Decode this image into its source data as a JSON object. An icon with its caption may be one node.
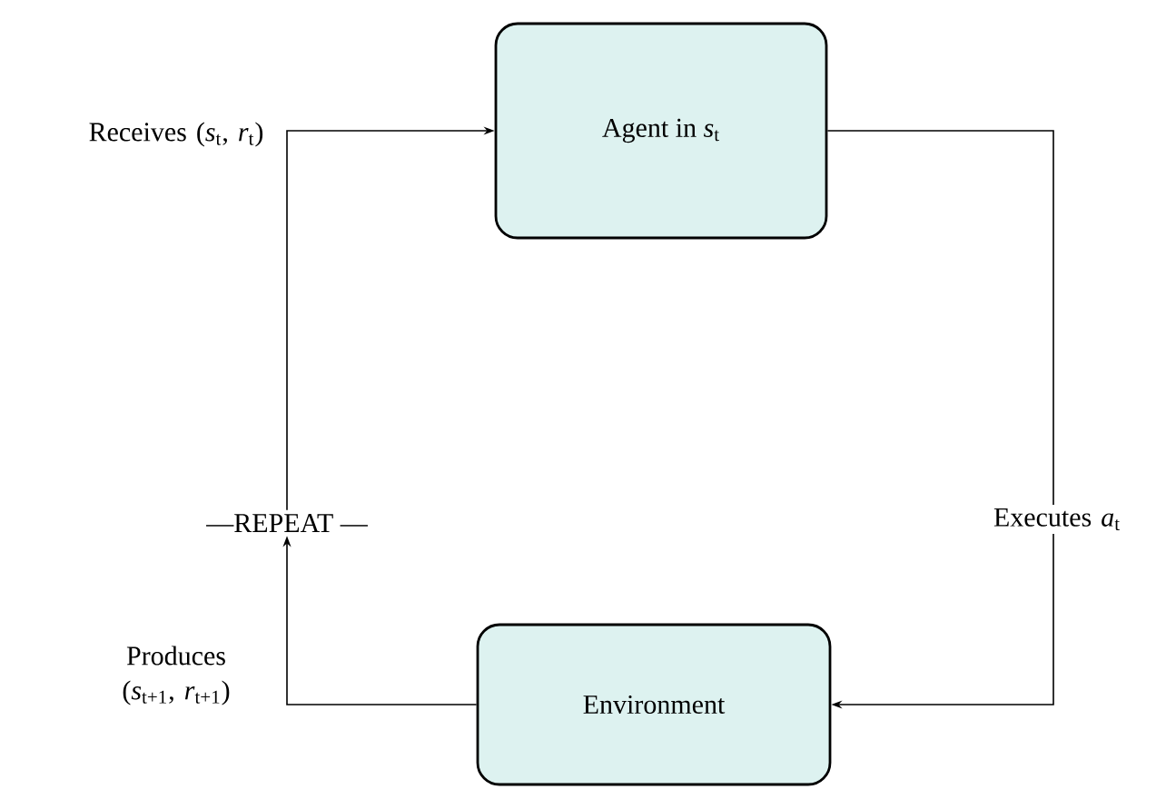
{
  "diagram": {
    "nodes": [
      {
        "text": [
          "Agent in *s*$_{t}$"
        ]
      },
      {
        "text": [
          "Environment"
        ]
      },
      {
        "text": [
          "—REPEAT —"
        ]
      }
    ],
    "edges": [
      {
        "from": 0,
        "to": 1,
        "arrow": "to",
        "label": "Executes *a*$_{t}$"
      },
      {
        "from": 1,
        "to": 2,
        "arrow": "to",
        "label": "Produces (*s*$_{t+1}$, *r*$_{t+1}$)"
      },
      {
        "from": 2,
        "to": 0,
        "arrow": "to",
        "label": "Receives (*s*$_{t}$, *r*$_{t}$)"
      }
    ]
  }
}
